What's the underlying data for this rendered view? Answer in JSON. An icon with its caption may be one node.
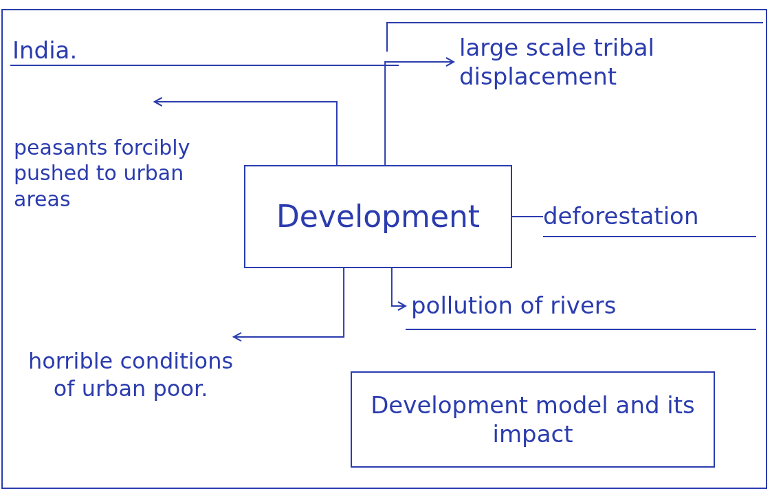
{
  "diagram": {
    "nodes": [
      {
        "text": [
          "Development"
        ]
      },
      {
        "text": [
          "large scale tribal displacement"
        ]
      },
      {
        "text": [
          "peasants forcibly pushed to urban areas"
        ]
      },
      {
        "text": [
          "deforestation"
        ]
      },
      {
        "text": [
          "pollution of rivers"
        ]
      },
      {
        "text": [
          "horrible conditions of urban poor."
        ]
      },
      {
        "text": [
          "Development model and its impact"
        ]
      }
    ],
    "edges": [
      {
        "from": 0,
        "to": 1,
        "arrow": "to"
      },
      {
        "from": 0,
        "to": 2,
        "arrow": "to"
      },
      {
        "from": 0,
        "to": 3,
        "arrow": "none"
      },
      {
        "from": 0,
        "to": 4,
        "arrow": "to"
      },
      {
        "from": 0,
        "to": 5,
        "arrow": "to"
      }
    ],
    "labels": [
      "India."
    ]
  }
}
